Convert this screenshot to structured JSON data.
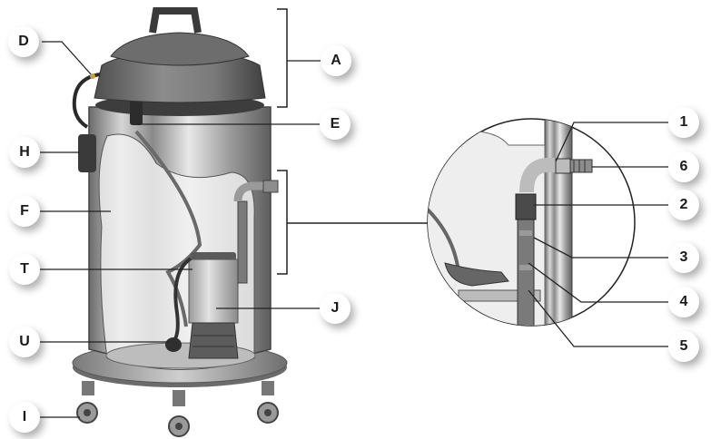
{
  "labels": {
    "A": "A",
    "D": "D",
    "E": "E",
    "F": "F",
    "H": "H",
    "I": "I",
    "J": "J",
    "T": "T",
    "U": "U",
    "n1": "1",
    "n2": "2",
    "n3": "3",
    "n4": "4",
    "n5": "5",
    "n6": "6"
  }
}
